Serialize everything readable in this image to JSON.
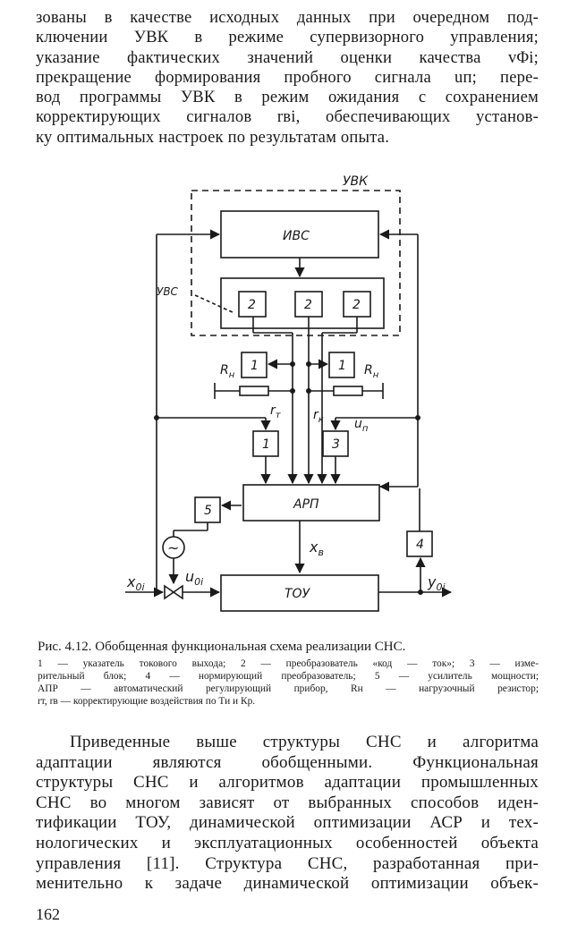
{
  "top_paragraph": [
    "зованы в качестве исходных данных при очередном под-",
    "ключении УВК в режиме супервизорного управления;",
    "указание фактических значений оценки качества vΦi;",
    "прекращение формирования пробного сигнала uп; пере-",
    "вод программы УВК в режим ожидания с сохранением",
    "корректирующих сигналов rвi, обеспечивающих установ-",
    "ку оптимальных настроек по результатам опыта."
  ],
  "diagram": {
    "uvk": "УВК",
    "ivs": "ИВС",
    "uvs": "УВС",
    "converter_num": "2",
    "pointer_num": "1",
    "meter_num": "3",
    "normalizer_num": "4",
    "amplifier_num": "5",
    "rn_label": "R",
    "rn_sub": "н",
    "rt_label": "r",
    "rt_sub": "т",
    "rk_label": "r",
    "rk_sub": "к",
    "up_label": "u",
    "up_sub": "п",
    "arp": "АРП",
    "tou": "ТОУ",
    "xv_label": "x",
    "xv_sub": "в",
    "x0i_label": "x",
    "x0i_sub": "0i",
    "u0i_label": "u",
    "u0i_sub": "0i",
    "y0i_label": "y",
    "y0i_sub": "0i",
    "generator_symbol": "~"
  },
  "caption": {
    "title": "Рис. 4.12. Обобщенная функциональная схема реализации СНС.",
    "legend": [
      "1 — указатель токового выхода; 2 — преобразователь «код — ток»; 3 — изме-",
      "рительный блок; 4 — нормирующий преобразователь; 5 — усилитель мощности;",
      "АПР — автоматический регулирующий прибор, Rн — нагрузочный резистор;",
      "rт, rв — корректирующие воздействия по Ти и Кр."
    ]
  },
  "bottom_paragraph": [
    "Приведенные выше структуры СНС и алгоритма",
    "адаптации являются обобщенными. Функциональная",
    "структуры СНС и алгоритмов адаптации промышленных",
    "СНС во многом зависят от выбранных способов иден-",
    "тификации ТОУ, динамической оптимизации АСР и тех-",
    "нологических и эксплуатационных особенностей объекта",
    "управления [11]. Структура СНС, разработанная при-",
    "менительно к задаче динамической оптимизации объек-"
  ],
  "page_number": "162"
}
